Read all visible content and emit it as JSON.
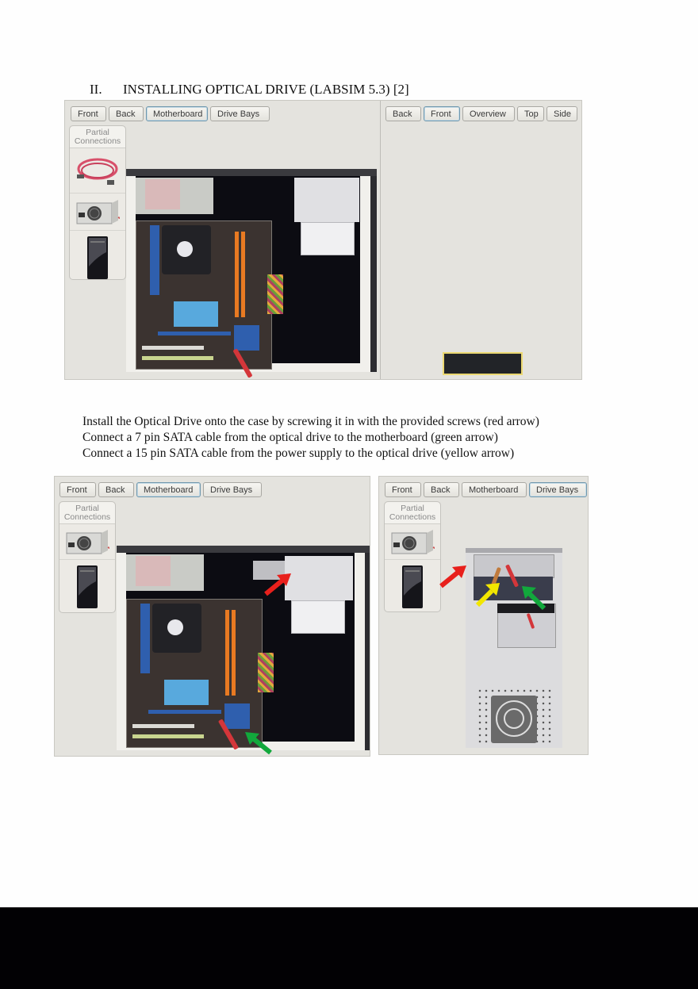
{
  "document": {
    "heading": {
      "number": "II.",
      "title": "INSTALLING OPTICAL DRIVE (LABSIM 5.3) [2]"
    },
    "instructions": [
      "Install the Optical Drive onto the case by screwing it in with the provided screws (red arrow)",
      "Connect a 7 pin SATA cable from the optical drive to the motherboard (green arrow)",
      "Connect a 15 pin SATA cable from the power supply to the optical drive (yellow arrow)"
    ]
  },
  "screenshot1": {
    "left_panel": {
      "view_buttons": [
        {
          "label": "Front",
          "active": false
        },
        {
          "label": "Back",
          "active": false
        },
        {
          "label": "Motherboard",
          "active": true
        },
        {
          "label": "Drive Bays",
          "active": false
        }
      ],
      "tray": {
        "title": "Partial Connections",
        "items": [
          {
            "icon": "sata-cable-icon",
            "label": "SATA cable"
          },
          {
            "icon": "power-supply-icon",
            "label": "Power supply"
          },
          {
            "icon": "optical-drive-icon",
            "label": "Optical drive"
          }
        ]
      },
      "view": "motherboard-case-interior"
    },
    "right_panel": {
      "view_buttons": [
        {
          "label": "Back",
          "active": false
        },
        {
          "label": "Front",
          "active": true
        },
        {
          "label": "Overview",
          "active": false
        },
        {
          "label": "Top",
          "active": false
        },
        {
          "label": "Side",
          "active": false
        }
      ],
      "selected_item": "optical-drive",
      "highlight_color": "#ecd972"
    }
  },
  "screenshot2": {
    "left_panel": {
      "view_buttons": [
        {
          "label": "Front",
          "active": false
        },
        {
          "label": "Back",
          "active": false
        },
        {
          "label": "Motherboard",
          "active": true
        },
        {
          "label": "Drive Bays",
          "active": false
        }
      ],
      "tray": {
        "title": "Partial Connections",
        "items": [
          {
            "icon": "power-supply-icon",
            "label": "Power supply"
          },
          {
            "icon": "optical-drive-icon",
            "label": "Optical drive"
          }
        ]
      },
      "arrows": [
        {
          "color": "#e8201c",
          "meaning": "screws"
        },
        {
          "color": "#12a83c",
          "meaning": "SATA data to motherboard"
        }
      ]
    },
    "right_panel": {
      "view_buttons": [
        {
          "label": "Front",
          "active": false
        },
        {
          "label": "Back",
          "active": false
        },
        {
          "label": "Motherboard",
          "active": false
        },
        {
          "label": "Drive Bays",
          "active": true
        }
      ],
      "tray": {
        "title": "Partial Connections",
        "items": [
          {
            "icon": "power-supply-icon",
            "label": "Power supply"
          },
          {
            "icon": "optical-drive-icon",
            "label": "Optical drive"
          }
        ]
      },
      "arrows": [
        {
          "color": "#e8201c",
          "meaning": "screws"
        },
        {
          "color": "#f2e600",
          "meaning": "SATA power"
        },
        {
          "color": "#12a83c",
          "meaning": "SATA data"
        }
      ]
    }
  },
  "colors": {
    "panel_bg": "#e4e3de",
    "arrow_red": "#e8201c",
    "arrow_green": "#12a83c",
    "arrow_yellow": "#f2e600"
  }
}
